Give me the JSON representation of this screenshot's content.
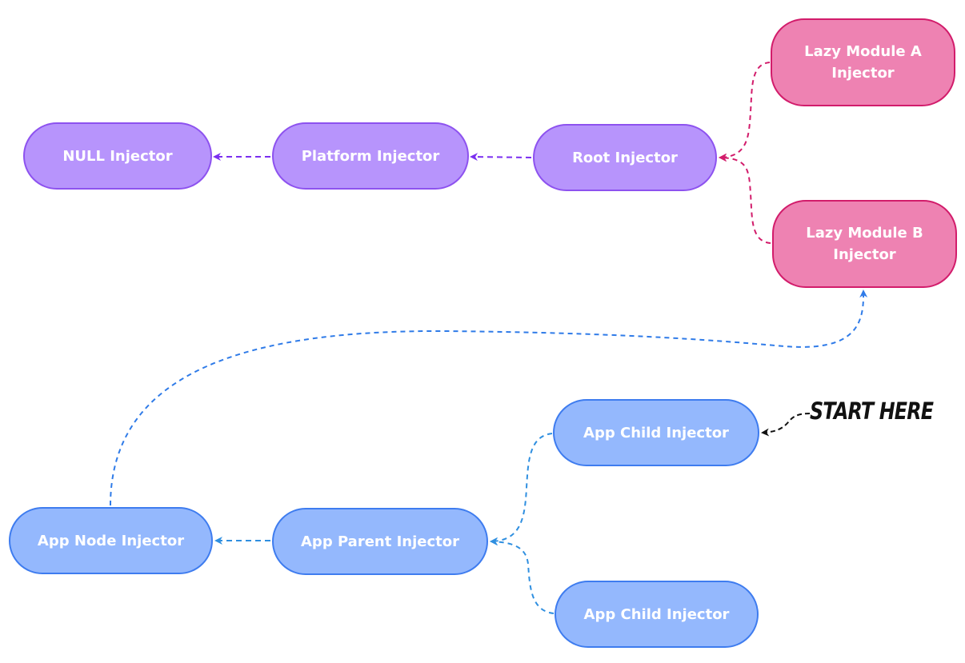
{
  "colors": {
    "platform_fill": "#b794fc",
    "platform_border": "#8d52ef",
    "platform_edge": "#7b2ff0",
    "lazy_fill": "#ee82b2",
    "lazy_border": "#d21c6b",
    "lazy_edge": "#d21c6b",
    "app_fill": "#94b8fd",
    "app_border": "#3e7cef",
    "app_edge": "#2f8fe0",
    "node_text": "#ffffff",
    "start_text": "#111111"
  },
  "nodes": {
    "null_injector": "NULL Injector",
    "platform_injector": "Platform Injector",
    "root_injector": "Root Injector",
    "lazy_a_line1": "Lazy Module A",
    "lazy_a_line2": "Injector",
    "lazy_b_line1": "Lazy Module B",
    "lazy_b_line2": "Injector",
    "app_node_injector": "App Node Injector",
    "app_parent_injector": "App Parent Injector",
    "app_child_top": "App Child Injector",
    "app_child_bottom": "App Child Injector"
  },
  "annotation": {
    "start": "START HERE"
  }
}
